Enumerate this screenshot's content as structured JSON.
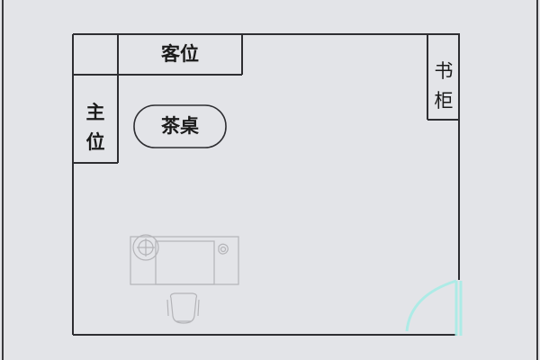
{
  "diagram": {
    "type": "floor-plan",
    "background_color": "#e3e4e8",
    "wall_color": "#2e2e32",
    "door_color": "#a8ece6",
    "furniture_faint_color": "#b4b4b8",
    "room": {
      "walls": "rectangular room with door opening at bottom-right"
    },
    "elements": {
      "guest_seat": {
        "label": "客位"
      },
      "host_seat": {
        "label_chars": [
          "主",
          "位"
        ],
        "label": "主位"
      },
      "tea_table": {
        "label": "茶桌"
      },
      "bookcase": {
        "label_chars": [
          "书",
          "柜"
        ],
        "label": "书柜"
      },
      "desk": {
        "label": ""
      },
      "desk_chair": {
        "label": ""
      },
      "door": {
        "label": ""
      }
    }
  }
}
